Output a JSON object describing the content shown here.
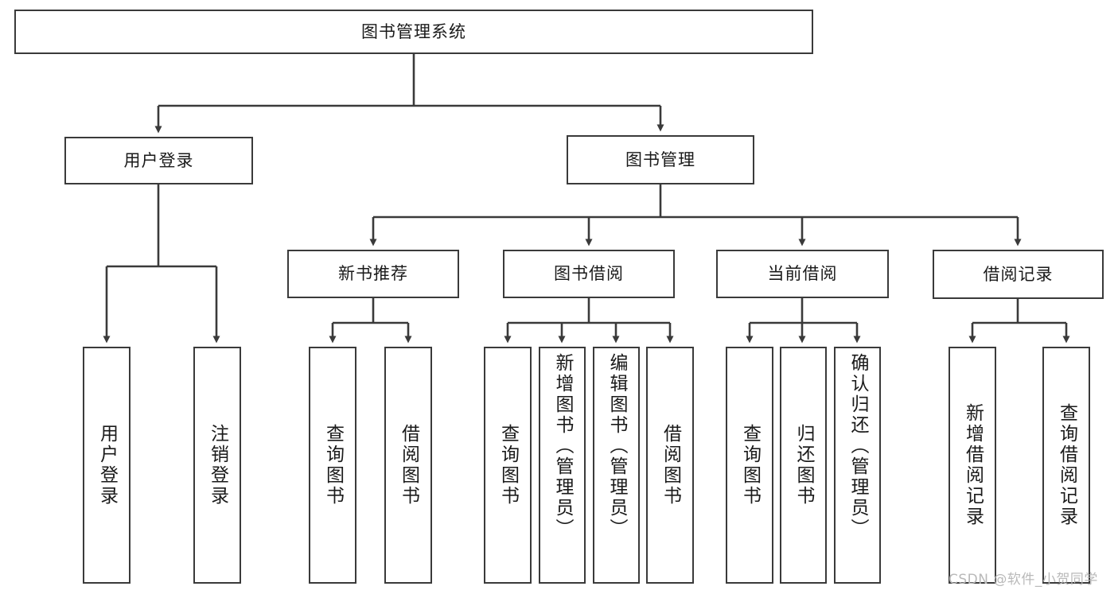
{
  "diagram": {
    "title": "图书管理系统",
    "type": "tree-hierarchy-diagram",
    "root": {
      "label": "图书管理系统"
    },
    "level2": [
      {
        "label": "用户登录"
      },
      {
        "label": "图书管理"
      }
    ],
    "level3": [
      {
        "label": "新书推荐"
      },
      {
        "label": "图书借阅"
      },
      {
        "label": "当前借阅"
      },
      {
        "label": "借阅记录"
      }
    ],
    "leaves": {
      "user_login": [
        {
          "label": "用户登录"
        },
        {
          "label": "注销登录"
        }
      ],
      "new_book_recommend": [
        {
          "label": "查询图书"
        },
        {
          "label": "借阅图书"
        }
      ],
      "book_borrow": [
        {
          "label": "查询图书"
        },
        {
          "label": "新增图书（管理员）"
        },
        {
          "label": "编辑图书（管理员）"
        },
        {
          "label": "借阅图书"
        }
      ],
      "current_borrow": [
        {
          "label": "查询图书"
        },
        {
          "label": "归还图书"
        },
        {
          "label": "确认归还（管理员）"
        }
      ],
      "borrow_records": [
        {
          "label": "新增借阅记录"
        },
        {
          "label": "查询借阅记录"
        }
      ]
    },
    "watermark": "CSDN @软件_小贺同学",
    "colors": {
      "stroke": "#3a3a3a",
      "fill": "#ffffff",
      "text": "#1a1a1a",
      "watermark": "#b9b9b9"
    }
  }
}
